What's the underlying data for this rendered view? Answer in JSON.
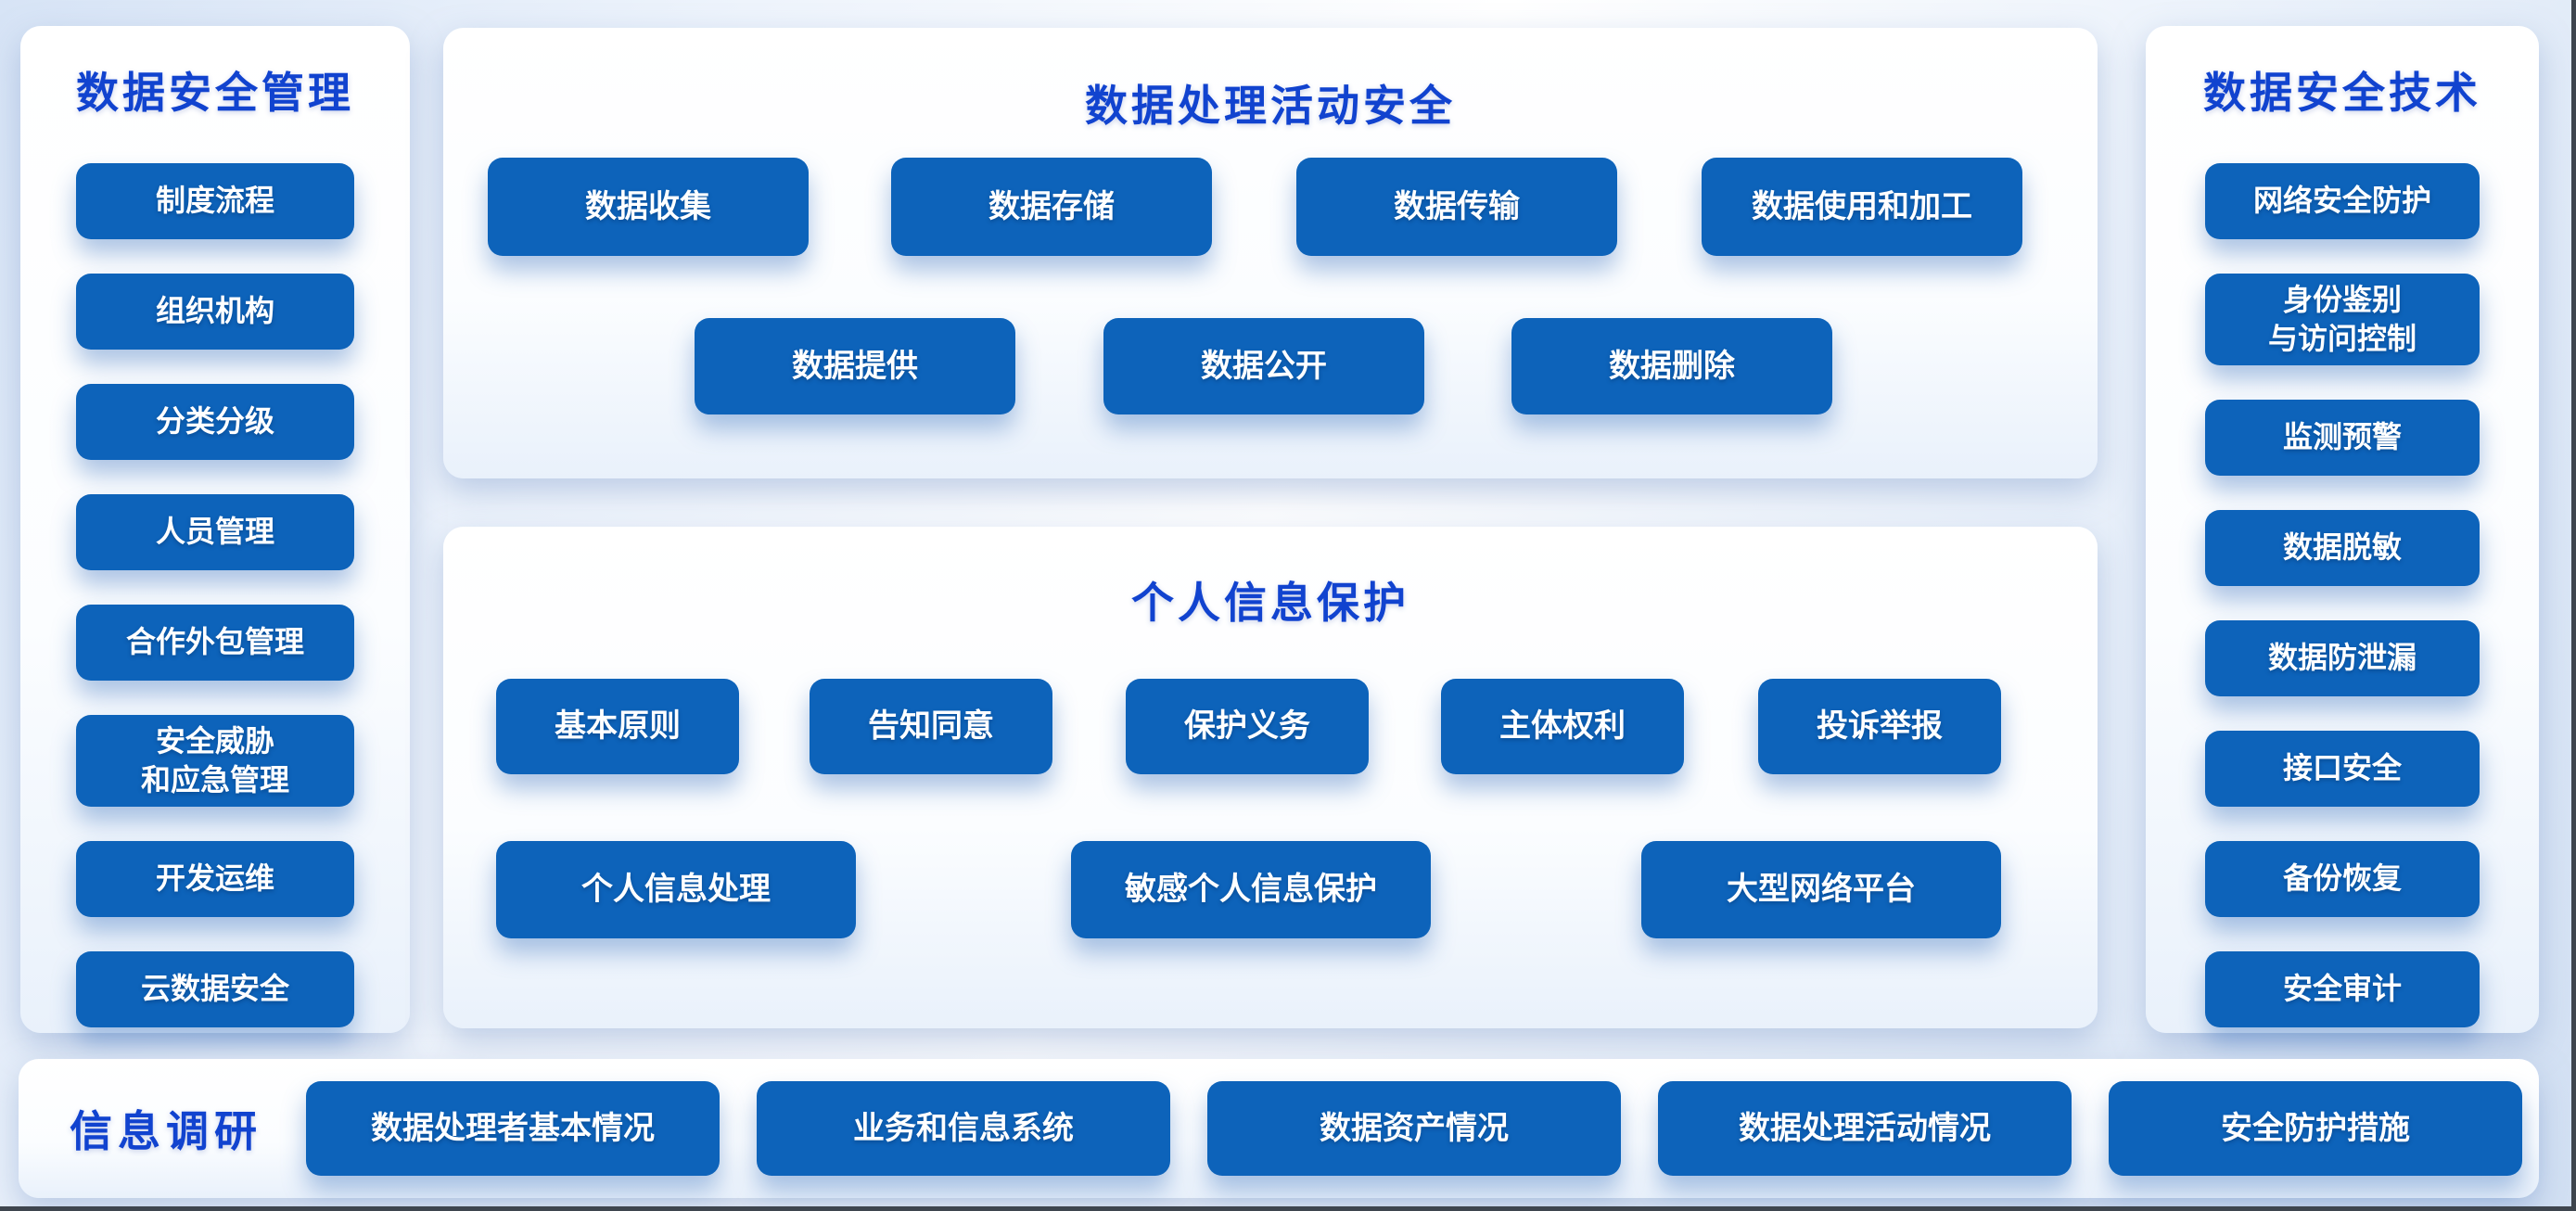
{
  "colors": {
    "button_blue": "#0d63ba",
    "title_blue": "#1143cf",
    "window_edge": "#3e454e"
  },
  "left_panel": {
    "title": "数据安全管理",
    "items": [
      "制度流程",
      "组织机构",
      "分类分级",
      "人员管理",
      "合作外包管理",
      "安全威胁\n和应急管理",
      "开发运维",
      "云数据安全"
    ]
  },
  "top_panel": {
    "title": "数据处理活动安全",
    "row1": [
      "数据收集",
      "数据存储",
      "数据传输",
      "数据使用和加工"
    ],
    "row2": [
      "数据提供",
      "数据公开",
      "数据删除"
    ]
  },
  "middle_panel": {
    "title": "个人信息保护",
    "row1": [
      "基本原则",
      "告知同意",
      "保护义务",
      "主体权利",
      "投诉举报"
    ],
    "row2": [
      "个人信息处理",
      "敏感个人信息保护",
      "大型网络平台"
    ]
  },
  "right_panel": {
    "title": "数据安全技术",
    "items": [
      "网络安全防护",
      "身份鉴别\n与访问控制",
      "监测预警",
      "数据脱敏",
      "数据防泄漏",
      "接口安全",
      "备份恢复",
      "安全审计"
    ]
  },
  "bottom_bar": {
    "title": "信息调研",
    "items": [
      "数据处理者基本情况",
      "业务和信息系统",
      "数据资产情况",
      "数据处理活动情况",
      "安全防护措施"
    ]
  }
}
